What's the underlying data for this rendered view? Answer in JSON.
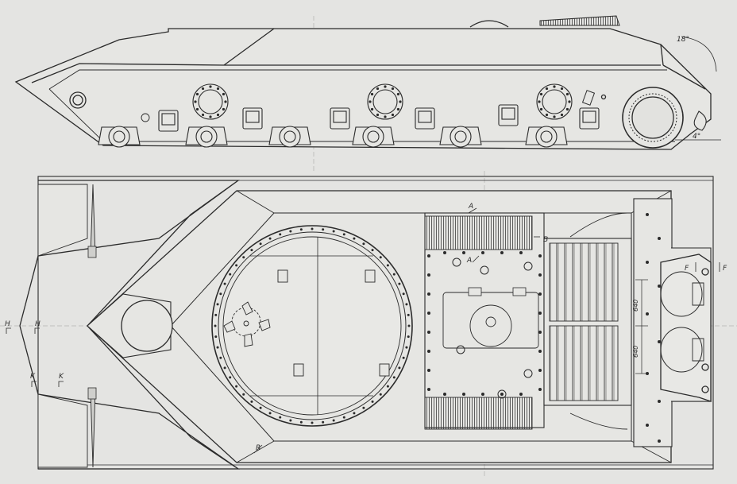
{
  "drawing": {
    "colors": {
      "paper": "#e4e4e2",
      "ink": "#2b2b2b",
      "hatch": "#3a3a3a"
    },
    "side_view": {
      "angle_labels": [
        "18°",
        "4°"
      ]
    },
    "plan_view": {
      "section_marks": {
        "h_left": "H",
        "h_right": "H",
        "k_left": "K",
        "k_right": "K",
        "f_left": "F",
        "f_right": "F",
        "a_top": "A",
        "a_mid": "A",
        "b_top": "B",
        "r_bottom": "R"
      },
      "dimensions": [
        "640",
        "640"
      ]
    }
  }
}
